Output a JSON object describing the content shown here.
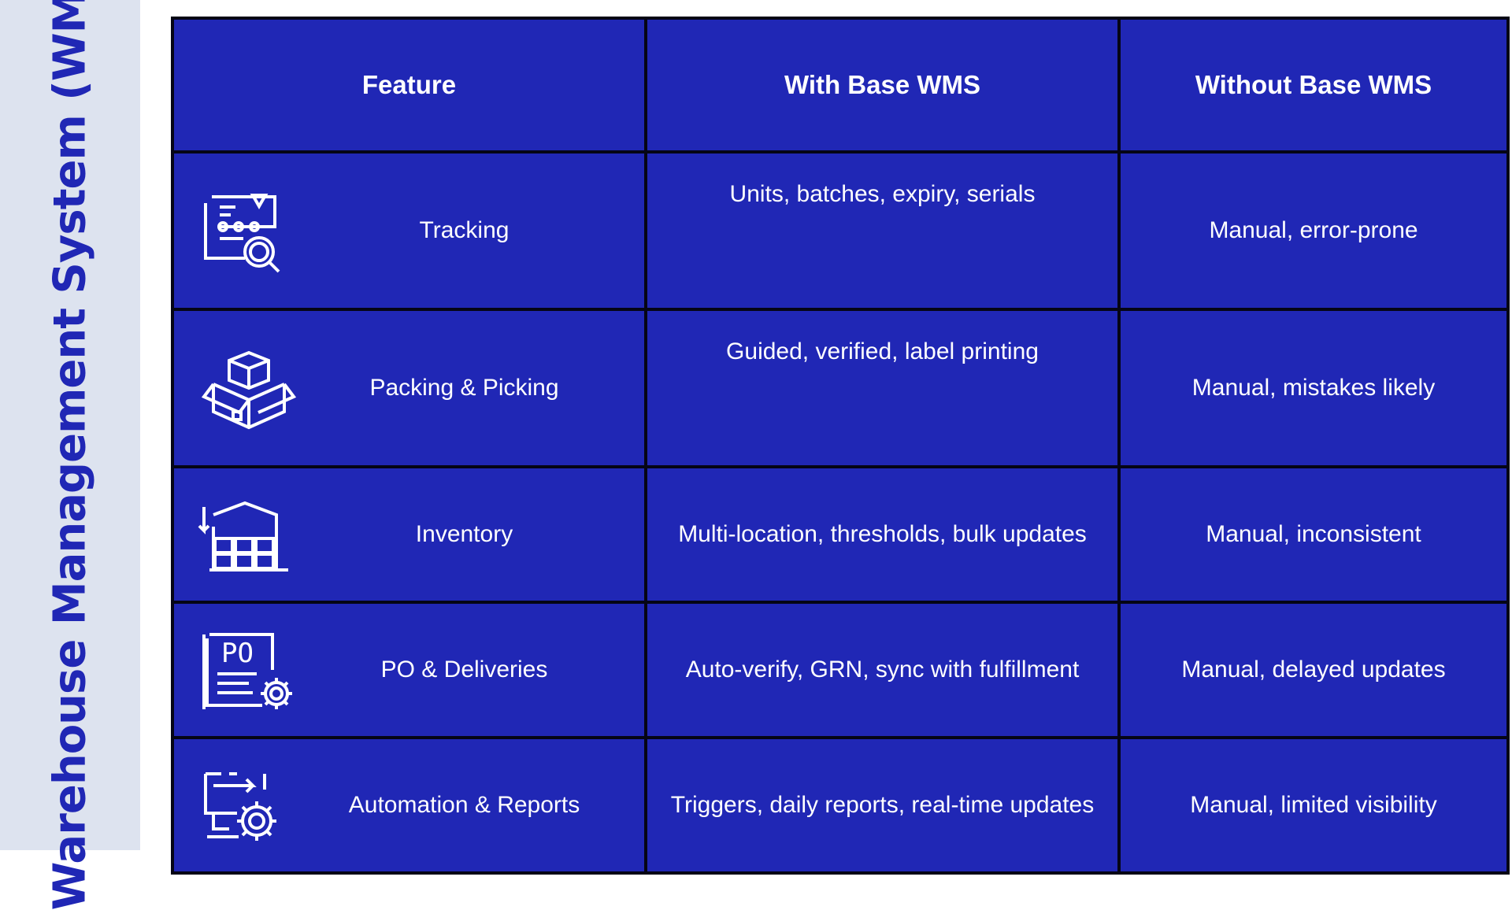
{
  "sidebar": {
    "title": "Warehouse Management System (WMS)"
  },
  "colors": {
    "table_bg": "#2027b5",
    "sidebar_bg": "#dde3ef",
    "title": "#2027b5"
  },
  "table": {
    "headers": [
      "Feature",
      "With Base WMS",
      "Without Base WMS"
    ],
    "rows": [
      {
        "icon": "tracking-icon",
        "feature": "Tracking",
        "with": "Units, batches, expiry, serials",
        "without": "Manual, error-prone"
      },
      {
        "icon": "package-box-icon",
        "feature": "Packing & Picking",
        "with": "Guided, verified, label printing",
        "without": "Manual, mistakes likely"
      },
      {
        "icon": "warehouse-inventory-icon",
        "feature": "Inventory",
        "with": "Multi-location, thresholds, bulk updates",
        "without": "Manual, inconsistent"
      },
      {
        "icon": "purchase-order-icon",
        "feature": "PO & Deliveries",
        "with": "Auto-verify, GRN, sync with fulfillment",
        "without": "Manual, delayed updates"
      },
      {
        "icon": "automation-gear-icon",
        "feature": "Automation & Reports",
        "with": "Triggers, daily reports, real-time updates",
        "without": "Manual, limited visibility"
      }
    ]
  }
}
